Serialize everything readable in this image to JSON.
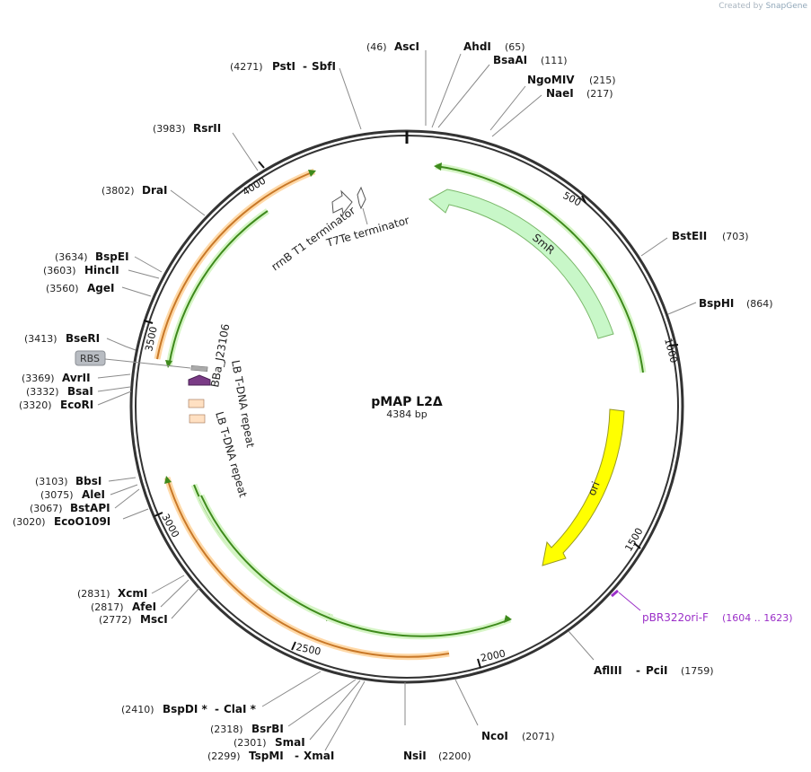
{
  "plasmid": {
    "name": "pMAP L2Δ",
    "length_label": "4384 bp",
    "length": 4384
  },
  "credit": {
    "prefix": "Created by",
    "brand": "SnapGene"
  },
  "colors": {
    "backbone": "#333333",
    "smr": "#c8f7c8",
    "ori": "#ffff00",
    "primer": "#9b30c8",
    "rbs": "#b8bcc2",
    "promoter": "#7a3b86",
    "lb_repeat": "#ffe0c2",
    "orf_green": "#3e8a1c",
    "orf_orange": "#c87828"
  },
  "ticks": [
    "500",
    "1000",
    "1500",
    "2000",
    "2500",
    "3000",
    "3500",
    "4000"
  ],
  "sites_right": [
    {
      "name": "AscI",
      "pos": "(46)"
    },
    {
      "name": "AhdI",
      "pos": "(65)"
    },
    {
      "name": "BsaAI",
      "pos": "(111)"
    },
    {
      "name": "NgoMIV",
      "pos": "(215)"
    },
    {
      "name": "NaeI",
      "pos": "(217)"
    },
    {
      "name": "BstEII",
      "pos": "(703)"
    },
    {
      "name": "BspHI",
      "pos": "(864)"
    },
    {
      "name": "AflIII",
      "sep": "-",
      "name2": "PciI",
      "pos": "(1759)"
    },
    {
      "name": "NcoI",
      "pos": "(2071)"
    },
    {
      "name": "NsiI",
      "pos": "(2200)"
    }
  ],
  "sites_left": [
    {
      "name": "PstI",
      "sep": "-",
      "name2": "SbfI",
      "pos": "(4271)"
    },
    {
      "name": "RsrII",
      "pos": "(3983)"
    },
    {
      "name": "DraI",
      "pos": "(3802)"
    },
    {
      "name": "BspEI",
      "pos": "(3634)"
    },
    {
      "name": "HincII",
      "pos": "(3603)"
    },
    {
      "name": "AgeI",
      "pos": "(3560)"
    },
    {
      "name": "BseRI",
      "pos": "(3413)"
    },
    {
      "name": "AvrII",
      "pos": "(3369)"
    },
    {
      "name": "BsaI",
      "pos": "(3332)"
    },
    {
      "name": "EcoRI",
      "pos": "(3320)"
    },
    {
      "name": "BbsI",
      "pos": "(3103)"
    },
    {
      "name": "AleI",
      "pos": "(3075)"
    },
    {
      "name": "BstAPI",
      "pos": "(3067)"
    },
    {
      "name": "EcoO109I",
      "pos": "(3020)"
    },
    {
      "name": "XcmI",
      "pos": "(2831)"
    },
    {
      "name": "AfeI",
      "pos": "(2817)"
    },
    {
      "name": "MscI",
      "pos": "(2772)"
    },
    {
      "name": "BspDI *",
      "sep": "-",
      "name2": "ClaI *",
      "pos": "(2410)"
    },
    {
      "name": "BsrBI",
      "pos": "(2318)"
    },
    {
      "name": "SmaI",
      "pos": "(2301)"
    },
    {
      "name": "TspMI",
      "sep": "-",
      "name2": "XmaI",
      "pos": "(2299)"
    }
  ],
  "features": {
    "smr": "SmR",
    "ori": "ori",
    "rrnb": "rrnB T1 terminator",
    "t7te": "T7Te terminator",
    "promoter": "BBa_J23106",
    "lb1": "LB T-DNA repeat",
    "lb2": "LB T-DNA repeat",
    "rbs": "RBS",
    "primer_name": "pBR322ori-F",
    "primer_pos": "(1604 .. 1623)"
  }
}
